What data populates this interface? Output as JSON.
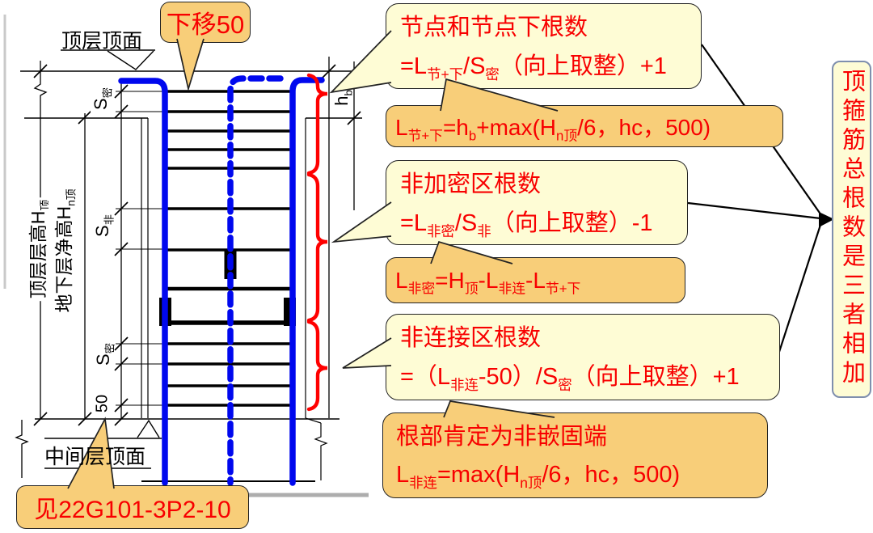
{
  "colors": {
    "accent_red": "#F80000",
    "bar_blue": "#0008EE",
    "brace_red": "#FF0000",
    "bubble_cream": "#FEFCD5",
    "bubble_tan": "#F8CE79",
    "total_box_border": "#7F8FAE"
  },
  "callouts": {
    "move_down_50": {
      "text": "下移50"
    },
    "node_count": {
      "title": "节点和节点下根数",
      "formula": [
        [
          "t",
          "=L"
        ],
        [
          "s",
          "节+下"
        ],
        [
          "t",
          "/S"
        ],
        [
          "s",
          "密"
        ],
        [
          "t",
          "（向上取整）+1"
        ]
      ]
    },
    "node_length": {
      "formula": [
        [
          "t",
          "L"
        ],
        [
          "s",
          "节+下"
        ],
        [
          "t",
          "=h"
        ],
        [
          "s",
          "b"
        ],
        [
          "t",
          "+max(H"
        ],
        [
          "s",
          "n顶"
        ],
        [
          "t",
          "/6，hc，500)"
        ]
      ]
    },
    "non_dense_count": {
      "title": "非加密区根数",
      "formula": [
        [
          "t",
          "=L"
        ],
        [
          "s",
          "非密"
        ],
        [
          "t",
          "/S"
        ],
        [
          "s",
          "非"
        ],
        [
          "t",
          "（向上取整）-1"
        ]
      ]
    },
    "non_dense_length": {
      "formula": [
        [
          "t",
          "L"
        ],
        [
          "s",
          "非密"
        ],
        [
          "t",
          "=H"
        ],
        [
          "s",
          "顶"
        ],
        [
          "t",
          "-L"
        ],
        [
          "s",
          "非连"
        ],
        [
          "t",
          "-L"
        ],
        [
          "s",
          "节+下"
        ]
      ]
    },
    "non_connect_count": {
      "title": "非连接区根数",
      "formula": [
        [
          "t",
          "=（L"
        ],
        [
          "s",
          "非连"
        ],
        [
          "t",
          "-50）/S"
        ],
        [
          "s",
          "密"
        ],
        [
          "t",
          "（向上取整）+1"
        ]
      ]
    },
    "root_note": {
      "title": "根部肯定为非嵌固端",
      "formula": [
        [
          "t",
          "L"
        ],
        [
          "s",
          "非连"
        ],
        [
          "t",
          "=max(H"
        ],
        [
          "s",
          "n顶"
        ],
        [
          "t",
          "/6，hc，500)"
        ]
      ]
    },
    "reference": {
      "text": "见22G101-3P2-10"
    },
    "total_note": {
      "text": "顶箍筋总根数是三者相加"
    }
  },
  "drawing": {
    "labels": {
      "top_surface": "顶层顶面",
      "mid_surface": "中间层顶面",
      "story_height": [
        [
          "t",
          "顶层层高H"
        ],
        [
          "s",
          "顶"
        ]
      ],
      "net_height": [
        [
          "t",
          "地下层净高H"
        ],
        [
          "s",
          "n顶"
        ]
      ],
      "s_dense_top": [
        [
          "t",
          "S"
        ],
        [
          "s",
          "密"
        ]
      ],
      "s_non_dense": [
        [
          "t",
          "S"
        ],
        [
          "s",
          "非"
        ]
      ],
      "s_dense_bottom": [
        [
          "t",
          "S"
        ],
        [
          "s",
          "密"
        ]
      ],
      "offset_50": "50",
      "beam_height": [
        [
          "t",
          "h"
        ],
        [
          "s",
          "b"
        ]
      ]
    }
  }
}
